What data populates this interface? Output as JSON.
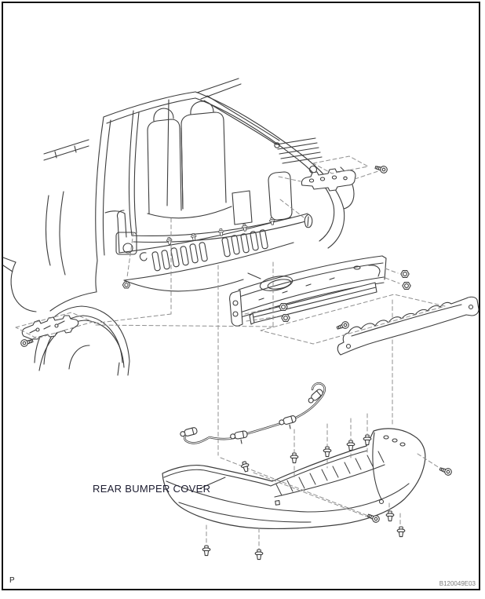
{
  "figure": {
    "type": "exploded-parts-diagram",
    "subject": "rear-bumper-assembly",
    "callout": "REAR BUMPER COVER",
    "page_marker": "P",
    "drawing_code": "B120049E03"
  },
  "colors": {
    "background": "#ffffff",
    "border": "#111111",
    "line": "#3d3d3d",
    "dashed_leader": "#8f8f8f",
    "callout_text": "#1c1c30",
    "code_text": "#7a7a7a"
  },
  "parts": [
    "vehicle-rear-view",
    "bumper-side-bracket-right",
    "bracket-screw-right",
    "retainer-clip",
    "bumper-reinforcement",
    "reinforcement-lower-rail",
    "mounting-nuts",
    "energy-absorber",
    "bumper-side-bracket-left",
    "bracket-screw-left",
    "sensor-wire-harness",
    "rear-bumper-cover",
    "push-clips",
    "mounting-screws"
  ]
}
